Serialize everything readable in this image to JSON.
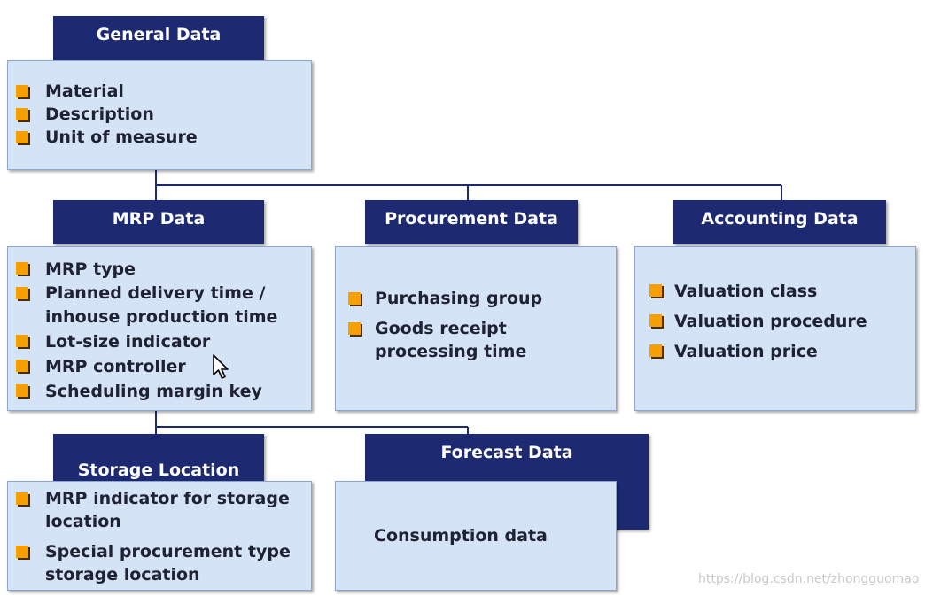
{
  "general": {
    "title": "General Data",
    "items": [
      "Material",
      "Description",
      "Unit of measure"
    ]
  },
  "mrp": {
    "title": "MRP Data",
    "items": [
      "MRP type",
      "Planned delivery time /\ninhouse production time",
      "Lot-size indicator",
      "MRP controller",
      "Scheduling margin key"
    ]
  },
  "procurement": {
    "title": "Procurement Data",
    "items": [
      "Purchasing group",
      "Goods receipt\nprocessing time"
    ]
  },
  "accounting": {
    "title": "Accounting Data",
    "items": [
      "Valuation class",
      "Valuation procedure",
      "Valuation price"
    ]
  },
  "storage": {
    "title": "Storage Location\nData",
    "items": [
      "MRP indicator for storage\nlocation",
      "Special procurement type\nstorage location"
    ]
  },
  "forecast": {
    "title": "Forecast Data",
    "text": "Consumption data"
  },
  "watermark": "https://blog.csdn.net/zhongguomao",
  "colors": {
    "header": "#1d2a72",
    "box": "#d5e3f6",
    "bullet": "#f5a000",
    "line": "#1d2a72"
  }
}
